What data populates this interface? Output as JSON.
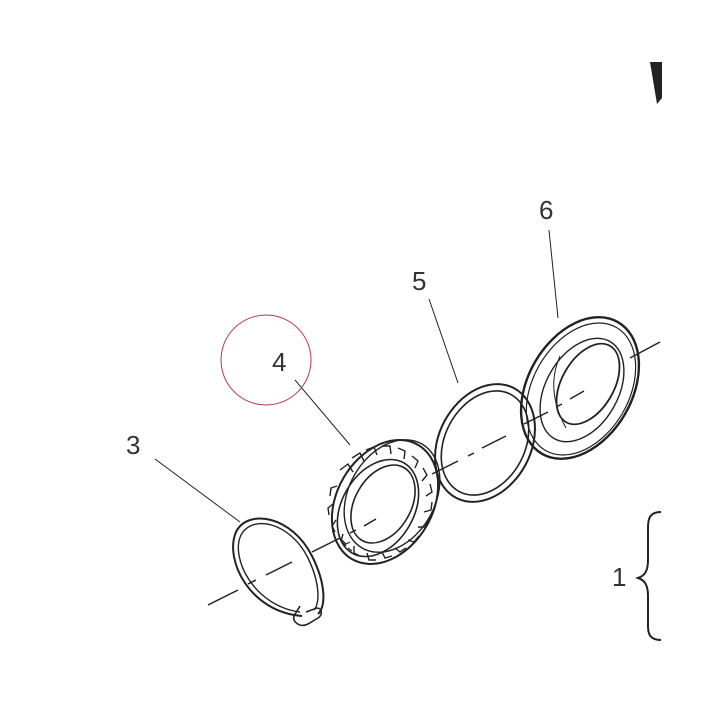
{
  "diagram": {
    "type": "exploded-parts-view",
    "colors": {
      "line": "#222222",
      "label": "#333333",
      "highlight": "#b03a48",
      "background": "#ffffff"
    },
    "callouts": [
      {
        "id": "1",
        "text": "1"
      },
      {
        "id": "3",
        "text": "3"
      },
      {
        "id": "4",
        "text": "4"
      },
      {
        "id": "5",
        "text": "5"
      },
      {
        "id": "6",
        "text": "6"
      }
    ],
    "highlighted_callout": "4"
  }
}
